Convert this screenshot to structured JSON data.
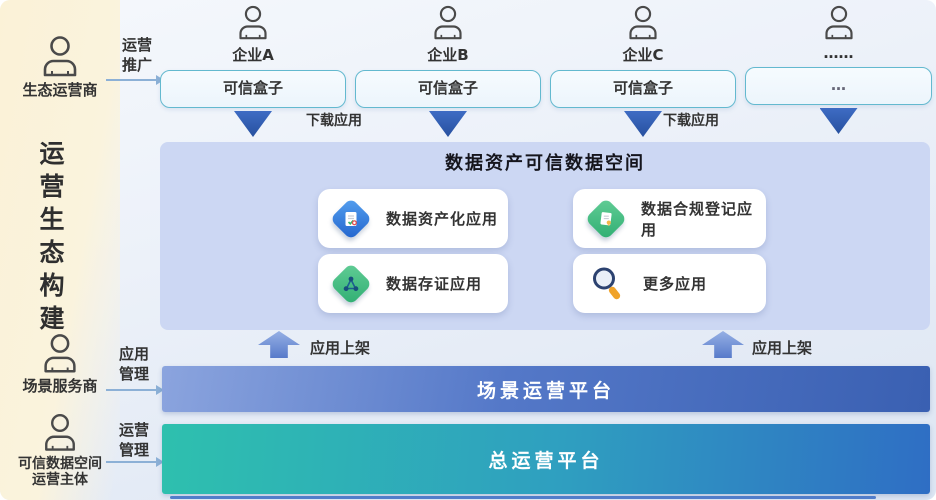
{
  "sidebar": {
    "vertical_title": "运营生态构建",
    "actors": [
      {
        "label": "生态运营商"
      },
      {
        "label": "场景服务商"
      },
      {
        "label_line1": "可信数据空间",
        "label_line2": "运营主体"
      }
    ],
    "arrows": [
      {
        "line1": "运营",
        "line2": "推广"
      },
      {
        "line1": "应用",
        "line2": "管理"
      },
      {
        "line1": "运营",
        "line2": "管理"
      }
    ]
  },
  "companies": {
    "items": [
      {
        "name": "企业A",
        "box_label": "可信盒子"
      },
      {
        "name": "企业B",
        "box_label": "可信盒子"
      },
      {
        "name": "企业C",
        "box_label": "可信盒子"
      },
      {
        "name": "……",
        "box_label": "…"
      }
    ],
    "download_label": "下载应用"
  },
  "dataspace": {
    "title": "数据资产可信数据空间",
    "apps": [
      {
        "label": "数据资产化应用",
        "icon": "document-diamond-icon"
      },
      {
        "label": "数据合规登记应用",
        "icon": "certificate-diamond-icon"
      },
      {
        "label": "数据存证应用",
        "icon": "network-diamond-icon"
      },
      {
        "label": "更多应用",
        "icon": "magnifier-icon"
      }
    ],
    "upload_label": "应用上架"
  },
  "platforms": [
    {
      "label": "场景运营平台"
    },
    {
      "label": "总运营平台"
    }
  ],
  "colors": {
    "trusted_box_border": "#63b9cf",
    "down_arrow_blue": "#2d55a5",
    "space_panel": "#ccd7f3",
    "diamond_blue": "#2f7be0",
    "diamond_green": "#3bb97e",
    "magnifier_orange": "#f0a32a",
    "scene_bar_blue": "#3f66b5",
    "total_bar_teal": "#2ec0ae",
    "total_bar_blue": "#2f6ec4",
    "yellow_strip": "#faf3dd"
  }
}
